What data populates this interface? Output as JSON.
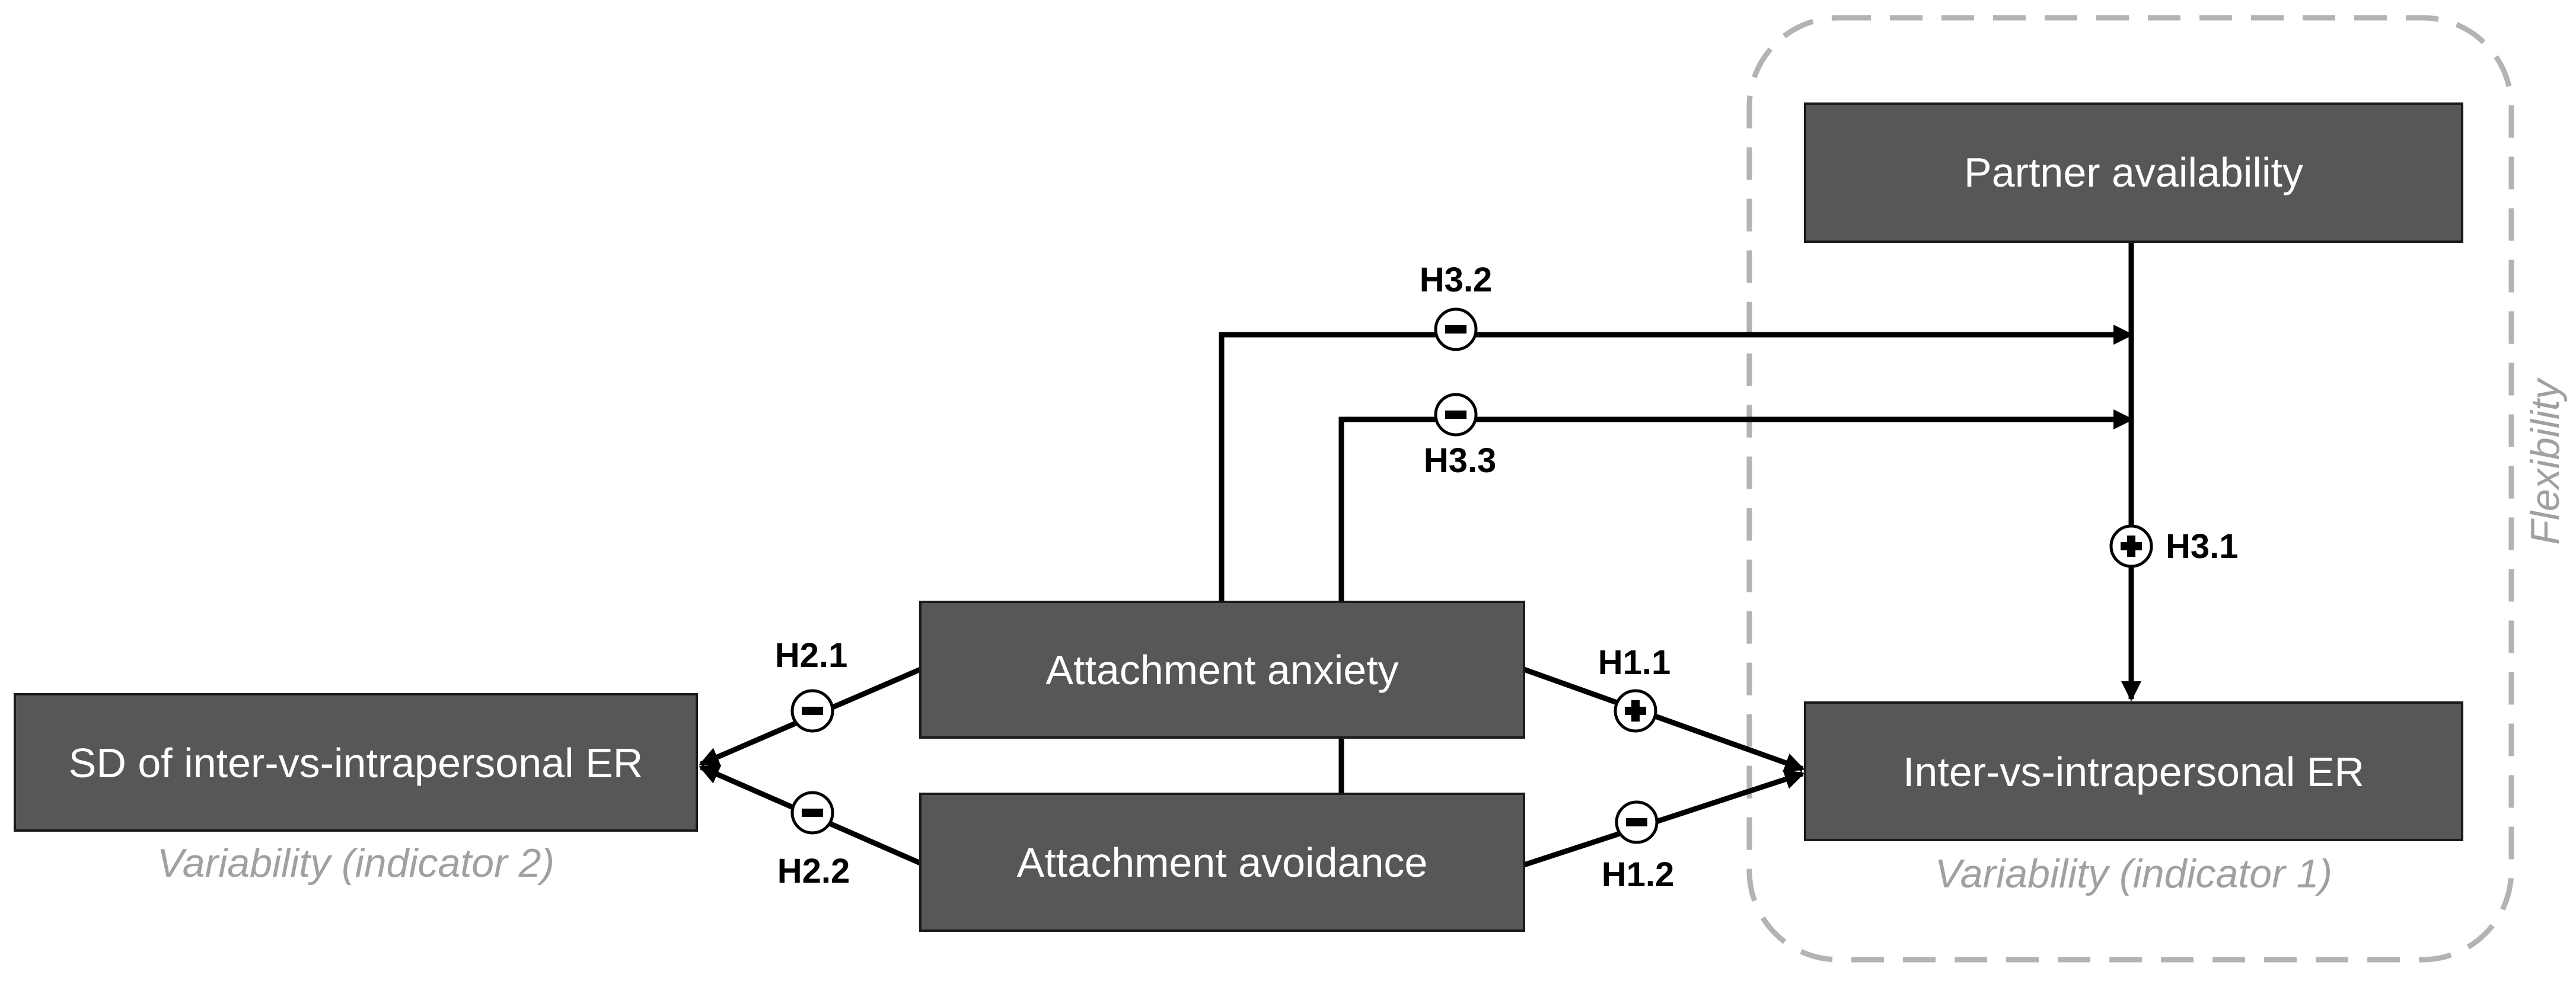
{
  "nodes": {
    "partner_availability": "Partner availability",
    "attachment_anxiety": "Attachment anxiety",
    "attachment_avoidance": "Attachment avoidance",
    "sd_er": "SD of inter-vs-intrapersonal ER",
    "inter_intra_er": "Inter-vs-intrapersonal ER"
  },
  "captions": {
    "flexibility": "Flexibility",
    "variability_1": "Variability (indicator 1)",
    "variability_2": "Variability (indicator 2)"
  },
  "hypotheses": [
    {
      "id": "H1.1",
      "sign": "+",
      "from": "Attachment anxiety",
      "to": "Inter-vs-intrapersonal ER"
    },
    {
      "id": "H1.2",
      "sign": "-",
      "from": "Attachment avoidance",
      "to": "Inter-vs-intrapersonal ER"
    },
    {
      "id": "H2.1",
      "sign": "-",
      "from": "Attachment anxiety",
      "to": "SD of inter-vs-intrapersonal ER"
    },
    {
      "id": "H2.2",
      "sign": "-",
      "from": "Attachment avoidance",
      "to": "SD of inter-vs-intrapersonal ER"
    },
    {
      "id": "H3.1",
      "sign": "+",
      "from": "Partner availability",
      "to": "Inter-vs-intrapersonal ER"
    },
    {
      "id": "H3.2",
      "sign": "-",
      "from": "Attachment anxiety",
      "to": "H3.1 path"
    },
    {
      "id": "H3.3",
      "sign": "-",
      "from": "Attachment avoidance",
      "to": "H3.1 path"
    }
  ],
  "labels": {
    "h1_1": "H1.1",
    "h1_2": "H1.2",
    "h2_1": "H2.1",
    "h2_2": "H2.2",
    "h3_1": "H3.1",
    "h3_2": "H3.2",
    "h3_3": "H3.3"
  },
  "colors": {
    "box_fill": "#575757",
    "box_text": "#ffffff",
    "caption": "#a0a0a0",
    "flexibility_border": "#b3b3b3"
  }
}
